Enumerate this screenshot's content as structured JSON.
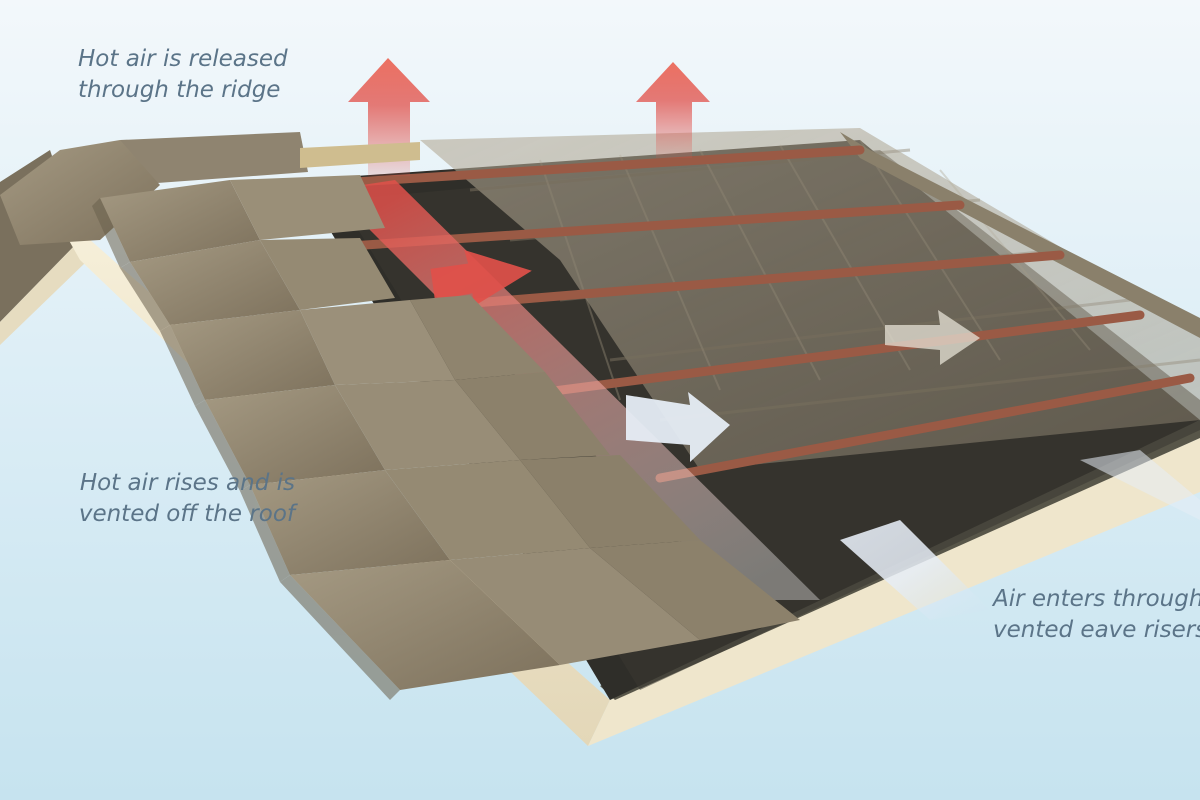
{
  "callouts": {
    "ridge": {
      "lines": [
        "Hot air is released",
        "through the ridge"
      ]
    },
    "rise": {
      "lines": [
        "Hot air rises and is",
        "vented off the roof"
      ]
    },
    "eave": {
      "lines": [
        "Air enters through",
        "vented eave risers"
      ]
    }
  },
  "colors": {
    "background_top": "#f3f8fb",
    "background_bottom": "#c6e3ef",
    "text": "#5b7488",
    "tile": "#8c806a",
    "tile_dark": "#6a604d",
    "tile_light": "#a59a83",
    "underlay": "#2b2a25",
    "batten": "#9a5a45",
    "fascia": "#efe6cc",
    "hot_arrow": "#e0504a",
    "cool_arrow": "#dfe6f2"
  },
  "icons": {
    "hot_air_arrow": "arrow-up-red-icon",
    "cool_air_arrow": "arrow-up-blue-icon"
  }
}
